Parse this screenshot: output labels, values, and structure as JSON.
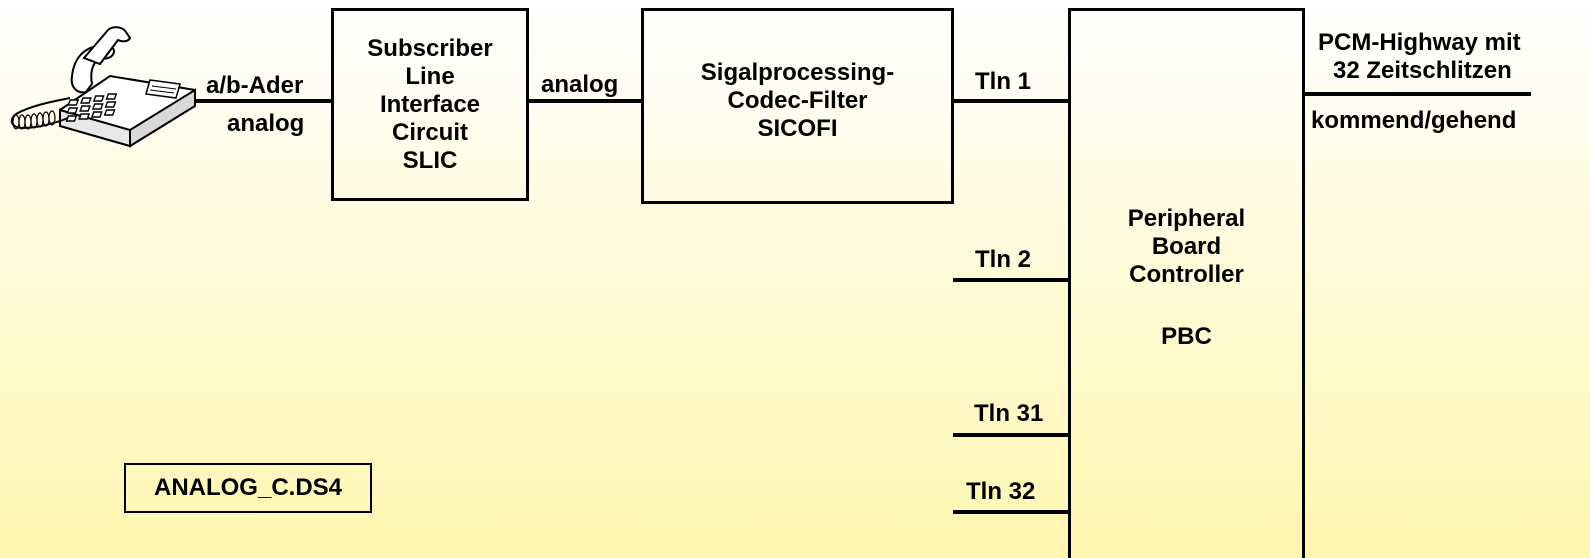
{
  "phone": {
    "icon": "telephone-icon"
  },
  "labels": {
    "ab_ader": "a/b-Ader",
    "analog_left": "analog",
    "analog_mid": "analog",
    "tln1": "Tln 1",
    "tln2": "Tln 2",
    "tln31": "Tln 31",
    "tln32": "Tln 32",
    "pcm_line1": "PCM-Highway mit",
    "pcm_line2": "32 Zeitschlitzen",
    "kommend": "kommend/gehend"
  },
  "slic": {
    "lines": [
      "Subscriber",
      "Line",
      "Interface",
      "Circuit",
      "SLIC"
    ]
  },
  "sicofi": {
    "lines": [
      "Sigalprocessing-",
      "Codec-Filter",
      "SICOFI"
    ]
  },
  "pbc": {
    "lines": [
      "Peripheral",
      "Board",
      "Controller"
    ],
    "abbr": "PBC"
  },
  "filename": "ANALOG_C.DS4"
}
